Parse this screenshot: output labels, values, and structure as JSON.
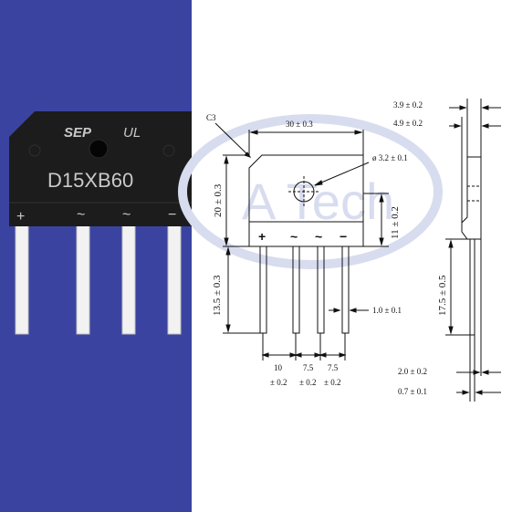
{
  "photo": {
    "logo": "SEP",
    "ul_mark": "UL",
    "part_number": "D15XB60",
    "pin_marks": [
      "+",
      "~",
      "~",
      "−"
    ]
  },
  "drawing": {
    "callout_chamfer": "C3",
    "width": "30 ± 0.3",
    "height": "20 ± 0.3",
    "hole": "ø 3.2 ± 0.1",
    "step_height": "11 ± 0.2",
    "lead_length": "13.5 ± 0.3",
    "lead_width": "1.0  ± 0.1",
    "pitch_1": "10",
    "pitch_2": "7.5",
    "pitch_3": "7.5",
    "pitch_tol": "± 0.2",
    "pin_marks": [
      "+",
      "~",
      "~",
      "−"
    ],
    "side_thickness_top": "3.9  ± 0.2",
    "side_thickness_body": "4.9  ± 0.2",
    "side_lead_length": "17.5 ± 0.5",
    "side_lead_offset": "2.0  ± 0.2",
    "side_lead_thickness": "0.7  ± 0.1"
  },
  "watermark": "A Tech",
  "colors": {
    "left_panel": "#3a44a0",
    "body": "#1e1e1e",
    "lead": "#f2f2f2",
    "watermark": "#d8dcef"
  }
}
